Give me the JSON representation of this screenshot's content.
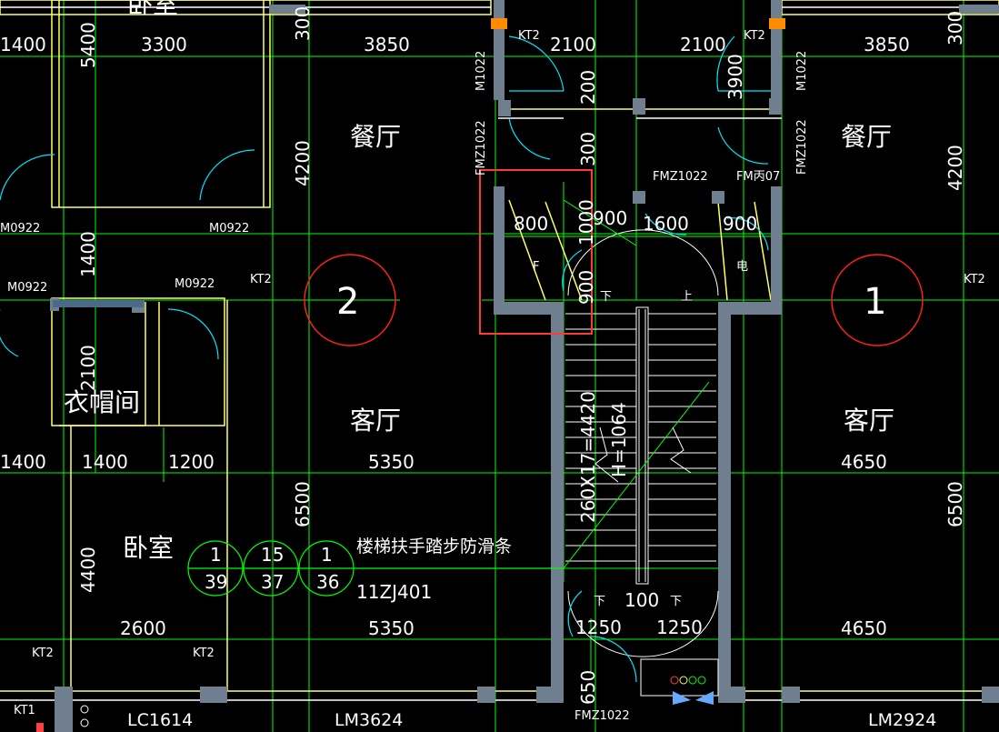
{
  "rooms": {
    "bedroom_top": "卧室",
    "dining_left": "餐厅",
    "dining_right": "餐厅",
    "cloakroom": "衣帽间",
    "living_left": "客厅",
    "living_right": "客厅",
    "bedroom_bottom": "卧室",
    "shaft_f": "F",
    "shaft_e": "电"
  },
  "dims_h": {
    "top_a": "1400",
    "top_b": "3300",
    "top_c": "3850",
    "top_d": "2100",
    "top_e": "2100",
    "top_f": "3850",
    "mid_a": "800",
    "mid_b": "900",
    "mid_c": "1600",
    "mid_d": "900",
    "row2_a": "1400",
    "row2_b": "1400",
    "row2_c": "1200",
    "row2_d": "5350",
    "row2_e": "4650",
    "row3_a": "2600",
    "row3_b": "5350",
    "row3_c": "4650",
    "stair_gap": "100",
    "stair_w1": "1250",
    "stair_w2": "1250"
  },
  "dims_v": {
    "v5400": "5400",
    "v300a": "300",
    "v200": "200",
    "v3900": "3900",
    "v300b": "300",
    "v4200a": "4200",
    "v300c": "300",
    "v4200b": "4200",
    "v1400": "1400",
    "v1000": "1000",
    "v900": "900",
    "v2100": "2100",
    "v6500a": "6500",
    "v6500b": "6500",
    "v4400": "4400",
    "v650": "650",
    "stair_run": "260X17=4420",
    "stair_h": "H=1064"
  },
  "doors": {
    "m1022_l": "M1022",
    "m1022_r": "M1022",
    "fmz1022_vl": "FMZ1022",
    "fmz1022_vr": "FMZ1022",
    "fmz1022_h": "FMZ1022",
    "fm07": "FM丙07",
    "m0922_a": "M0922",
    "m0922_b": "M0922",
    "m0922_c": "M0922",
    "m0922_d": "M0922",
    "fmz1022_b": "FMZ1022"
  },
  "windows": {
    "lc1614": "LC1614",
    "lm3624": "LM3624",
    "lm2924": "LM2924"
  },
  "kt": {
    "kt2_a": "KT2",
    "kt2_b": "KT2",
    "kt2_c": "KT2",
    "kt2_d": "KT2",
    "kt2_e": "KT2",
    "kt2_f": "KT2",
    "kt1": "KT1"
  },
  "stairs": {
    "down_top": "下",
    "up_top": "上",
    "down_bot": "下",
    "down_bot2": "下"
  },
  "axes": {
    "axis_left": "2",
    "axis_right": "1"
  },
  "detail": {
    "note": "楼梯扶手踏步防滑条",
    "atlas": "11ZJ401",
    "ref1_top": "1",
    "ref1_bot": "39",
    "ref2_top": "15",
    "ref2_bot": "37",
    "ref3_top": "1",
    "ref3_bot": "36"
  },
  "colors": {
    "background": "#000000",
    "grid": "#00ff00",
    "wall": "#ffff66",
    "column": "#7a8a9a",
    "door": "#00e5ff",
    "axis_circle": "#ff2020",
    "highlight": "#ff3b30",
    "text": "#ffffff"
  }
}
